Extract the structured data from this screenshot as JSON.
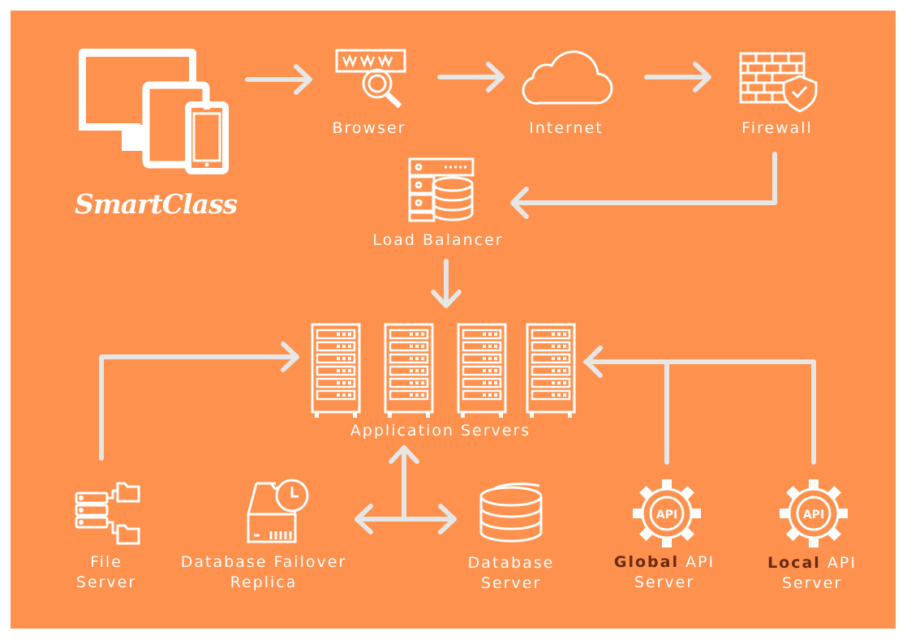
{
  "logo": {
    "text": "SmartClass"
  },
  "nodes": {
    "browser": {
      "label": "Browser"
    },
    "internet": {
      "label": "Internet"
    },
    "firewall": {
      "label": "Firewall"
    },
    "load_balancer": {
      "label": "Load Balancer"
    },
    "app_servers": {
      "label": "Application Servers"
    },
    "file_server": {
      "line1": "File",
      "line2": "Server"
    },
    "db_failover": {
      "line1": "Database Failover",
      "line2": "Replica"
    },
    "db_server": {
      "line1": "Database",
      "line2": "Server"
    },
    "global_api": {
      "bold": "Global",
      "rest": " API",
      "line2": "Server"
    },
    "local_api": {
      "bold": "Local",
      "rest": " API",
      "line2": "Server"
    }
  },
  "icons": {
    "devices": "devices-icon",
    "browser": "browser-search-icon",
    "internet": "cloud-icon",
    "firewall": "firewall-icon",
    "load_balancer": "load-balancer-icon",
    "app_servers": "server-rack-icon",
    "file_server": "file-server-icon",
    "db_failover": "database-failover-icon",
    "db_server": "database-icon",
    "api": "api-gear-icon",
    "api_text": "API"
  },
  "colors": {
    "background": "#fe914d",
    "border": "#ffffff",
    "icon": "#ffffff",
    "arrow": "#e8e8e8",
    "api_emphasis": "#6a2a10"
  }
}
